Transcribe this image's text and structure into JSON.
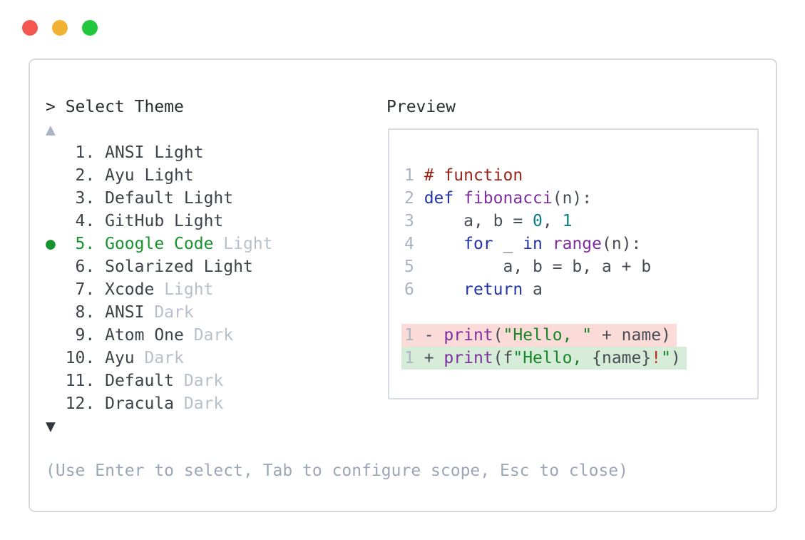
{
  "palette": {
    "traffic_red": "#f4574f",
    "traffic_yellow": "#f2b233",
    "traffic_green": "#23c73e",
    "panel_border": "#d6dade",
    "prompt_text": "#2b2e33",
    "text_dark": "#3e434a",
    "muted": "#b8c0cc",
    "hint": "#9ba6b6",
    "arrow_up": "#a9b4c6",
    "arrow_down": "#33373d",
    "selected_green": "#18942f",
    "linenum": "#a9b3c2",
    "code_plain": "#474c54",
    "code_comment": "#97261b",
    "code_keyword": "#2334a5",
    "code_fname": "#7e2d9e",
    "code_literal": "#0b7b85",
    "code_string": "#168527",
    "code_exclaim": "#c3261d",
    "diff_removed_bg": "#fbdbd8",
    "diff_added_bg": "#d6ecd9"
  },
  "window": {
    "controls": [
      {
        "name": "close",
        "color_key": "traffic_red"
      },
      {
        "name": "minimize",
        "color_key": "traffic_yellow"
      },
      {
        "name": "zoom",
        "color_key": "traffic_green"
      }
    ]
  },
  "selector": {
    "prompt": "> Select Theme",
    "scroll_up_glyph": "▲",
    "scroll_down_glyph": "▼",
    "bullet_glyph": "●",
    "items": [
      {
        "number": " 1.",
        "name": "ANSI",
        "suffix": "Light",
        "suffix_muted": false,
        "selected": false
      },
      {
        "number": " 2.",
        "name": "Ayu",
        "suffix": "Light",
        "suffix_muted": false,
        "selected": false
      },
      {
        "number": " 3.",
        "name": "Default",
        "suffix": "Light",
        "suffix_muted": false,
        "selected": false
      },
      {
        "number": " 4.",
        "name": "GitHub",
        "suffix": "Light",
        "suffix_muted": false,
        "selected": false
      },
      {
        "number": " 5.",
        "name": "Google Code",
        "suffix": "Light",
        "suffix_muted": true,
        "selected": true
      },
      {
        "number": " 6.",
        "name": "Solarized",
        "suffix": "Light",
        "suffix_muted": false,
        "selected": false
      },
      {
        "number": " 7.",
        "name": "Xcode",
        "suffix": "Light",
        "suffix_muted": true,
        "selected": false
      },
      {
        "number": " 8.",
        "name": "ANSI",
        "suffix": "Dark",
        "suffix_muted": true,
        "selected": false
      },
      {
        "number": " 9.",
        "name": "Atom One",
        "suffix": "Dark",
        "suffix_muted": true,
        "selected": false
      },
      {
        "number": "10.",
        "name": "Ayu",
        "suffix": "Dark",
        "suffix_muted": true,
        "selected": false
      },
      {
        "number": "11.",
        "name": "Default",
        "suffix": "Dark",
        "suffix_muted": true,
        "selected": false
      },
      {
        "number": "12.",
        "name": "Dracula",
        "suffix": "Dark",
        "suffix_muted": true,
        "selected": false
      }
    ],
    "hint": "(Use Enter to select, Tab to configure scope, Esc to close)"
  },
  "preview": {
    "label": "Preview",
    "code_lines": [
      {
        "number": "1",
        "tokens": [
          [
            "# function",
            "comment"
          ]
        ]
      },
      {
        "number": "2",
        "tokens": [
          [
            "def",
            "keyword"
          ],
          [
            " ",
            "plain"
          ],
          [
            "fibonacci",
            "fname"
          ],
          [
            "(n):",
            "plain"
          ]
        ]
      },
      {
        "number": "3",
        "tokens": [
          [
            "    a, b = ",
            "plain"
          ],
          [
            "0",
            "literal"
          ],
          [
            ", ",
            "plain"
          ],
          [
            "1",
            "literal"
          ]
        ]
      },
      {
        "number": "4",
        "tokens": [
          [
            "    ",
            "plain"
          ],
          [
            "for",
            "keyword"
          ],
          [
            " _ ",
            "plain"
          ],
          [
            "in",
            "keyword"
          ],
          [
            " ",
            "plain"
          ],
          [
            "range",
            "fname"
          ],
          [
            "(n):",
            "plain"
          ]
        ]
      },
      {
        "number": "5",
        "tokens": [
          [
            "        a, b = b, a + b",
            "plain"
          ]
        ]
      },
      {
        "number": "6",
        "tokens": [
          [
            "    ",
            "plain"
          ],
          [
            "return",
            "keyword"
          ],
          [
            " a",
            "plain"
          ]
        ]
      }
    ],
    "diff_lines": [
      {
        "number": "1",
        "kind": "removed",
        "tokens": [
          [
            " - ",
            "plain"
          ],
          [
            "print",
            "fname"
          ],
          [
            "(",
            "plain"
          ],
          [
            "\"Hello, \"",
            "string"
          ],
          [
            " + name)",
            "plain"
          ]
        ]
      },
      {
        "number": "1",
        "kind": "added",
        "tokens": [
          [
            " + ",
            "plain"
          ],
          [
            "print",
            "fname"
          ],
          [
            "(f",
            "plain"
          ],
          [
            "\"Hello, ",
            "string"
          ],
          [
            "{name}",
            "plain"
          ],
          [
            "!",
            "exclaim"
          ],
          [
            "\"",
            "string"
          ],
          [
            ")",
            "plain"
          ]
        ]
      }
    ]
  }
}
